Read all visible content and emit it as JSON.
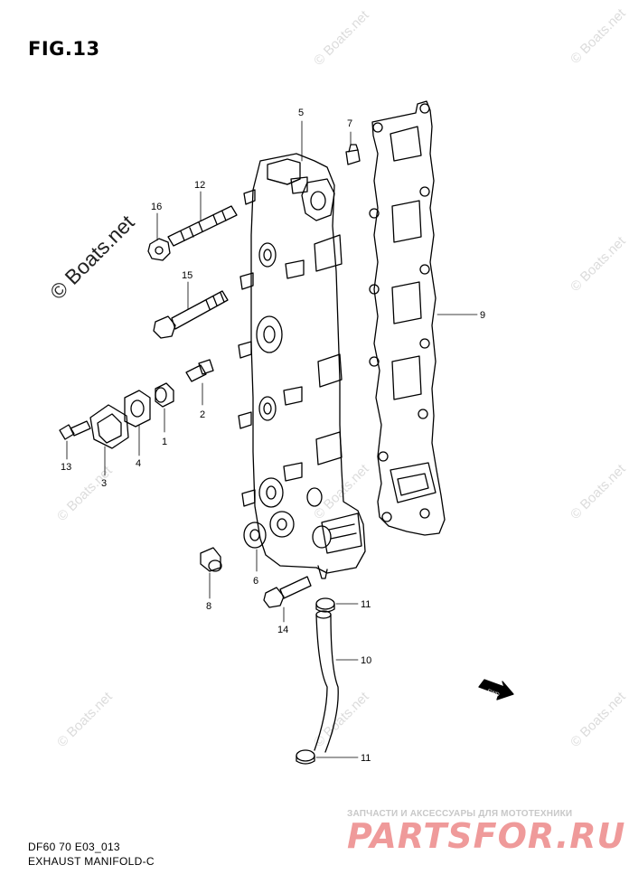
{
  "figure": {
    "title": "FIG.13"
  },
  "watermark": {
    "text": "© Boats.net",
    "big_text": "© Boats.net"
  },
  "footer": {
    "code": "DF60 70 E03_013",
    "caption": "EXHAUST MANIFOLD-C"
  },
  "shop": {
    "tagline": "ЗАПЧАСТИ И АКСЕССУАРЫ ДЛЯ МОТОТЕХНИКИ",
    "logo": "PARTSFOR.RU"
  },
  "fwd_label": "FWD",
  "callouts": [
    "1",
    "2",
    "3",
    "4",
    "5",
    "6",
    "7",
    "8",
    "9",
    "10",
    "11",
    "11",
    "12",
    "13",
    "14",
    "15",
    "16"
  ]
}
